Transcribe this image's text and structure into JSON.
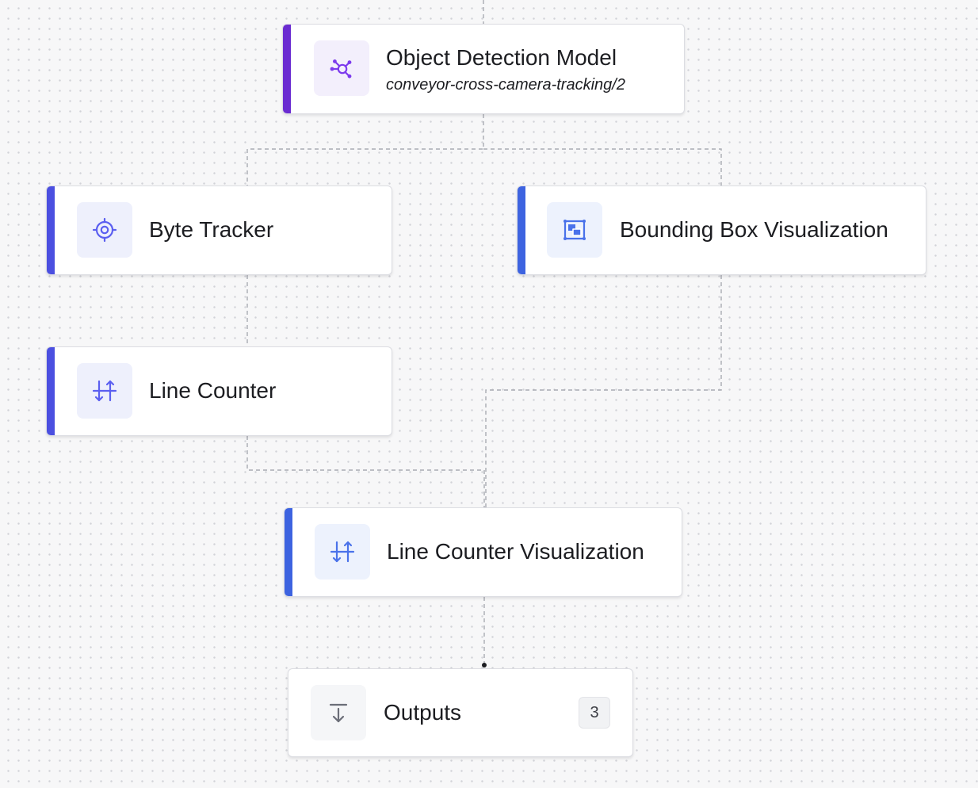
{
  "colors": {
    "canvas_bg": "#f7f7f8",
    "edge": "#a9abb2",
    "model_accent": "#6a2bd1",
    "model_icon_bg": "#f3effc",
    "model_icon": "#7c3aed",
    "tracker_accent": "#4b4fe0",
    "tracker_icon_bg": "#eef0fc",
    "tracker_icon": "#5b5ff0",
    "viz_accent": "#3d63e0",
    "viz_icon_bg": "#edf2fd",
    "viz_icon": "#4a72ea",
    "output_icon_bg": "#f5f6f8",
    "output_icon": "#6b6e78"
  },
  "nodes": {
    "object_detection": {
      "title": "Object Detection Model",
      "subtitle": "conveyor-cross-camera-tracking/2",
      "icon": "network-nodes-icon"
    },
    "byte_tracker": {
      "title": "Byte Tracker",
      "icon": "target-icon"
    },
    "bounding_box": {
      "title": "Bounding Box Visualization",
      "icon": "bounding-box-icon"
    },
    "line_counter": {
      "title": "Line Counter",
      "icon": "arrows-up-down-icon"
    },
    "line_counter_viz": {
      "title": "Line Counter Visualization",
      "icon": "arrows-up-down-icon"
    },
    "outputs": {
      "title": "Outputs",
      "count": "3",
      "icon": "arrow-down-to-line-icon"
    }
  }
}
